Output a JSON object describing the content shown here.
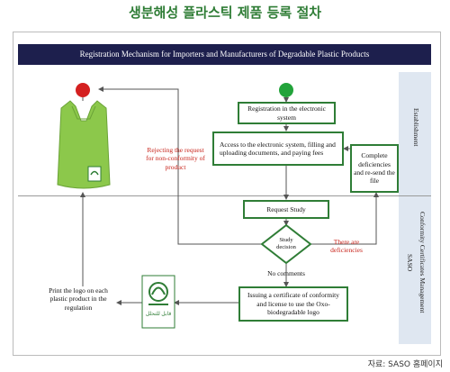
{
  "page_title": "생분해성 플라스틱 제품 등록 절차",
  "banner_text": "Registration Mechanism for Importers and Manufacturers of Degradable Plastic Products",
  "lanes": {
    "establishment": "Establishment",
    "conformity": "Conformity Certificates Management",
    "saso": "SASO"
  },
  "steps": {
    "registration": "Registration in the electronic system",
    "access": "Access to the electronic system, filling and uploading documents, and paying fees",
    "complete": "Complete deficiencies and re-send the file",
    "request_study": "Request Study",
    "study_decision": "Study decision",
    "issuing": "Issuing a certificate of conformity and license to use the Oxo-biodegradable logo",
    "print_logo": "Print the logo on each plastic product in the regulation"
  },
  "annotations": {
    "rejecting": "Rejecting the request for non-conformity of product",
    "there_are": "There are deficiencies",
    "no_comments": "No comments"
  },
  "logo_text": "قابل للتحلل",
  "source_text": "자료: SASO 홈페이지",
  "colors": {
    "green": "#2f7d36",
    "red_dot": "#d42020",
    "green_dot": "#22a33a",
    "banner": "#1d1f4d",
    "lane": "#dfe7f1"
  }
}
